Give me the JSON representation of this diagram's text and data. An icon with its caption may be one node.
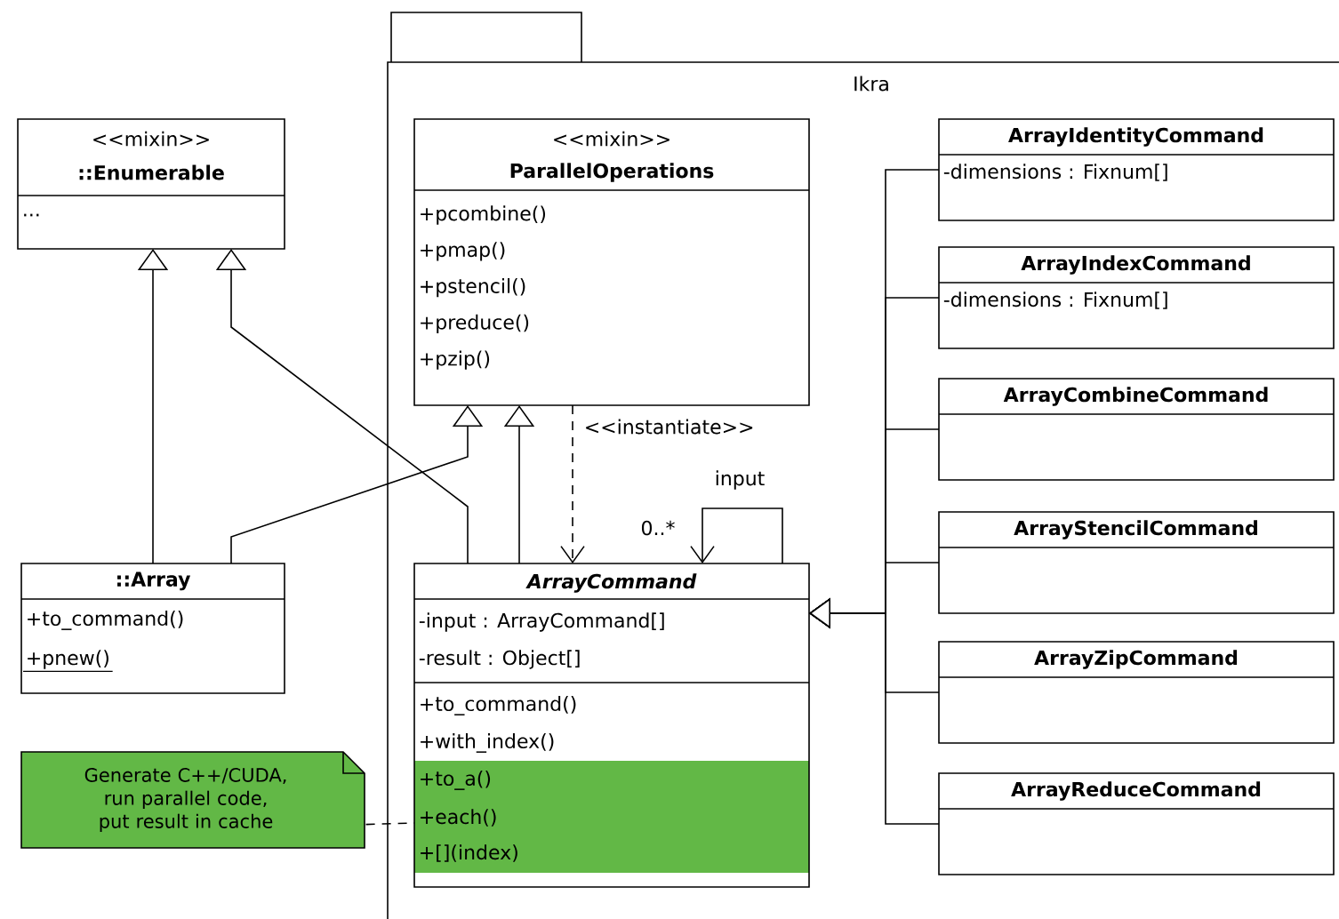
{
  "diagram": {
    "nodes": [
      {
        "text": [
          "Ikra"
        ]
      },
      {
        "text": [
          "<<mixin>>",
          "::Enumerable",
          "..."
        ]
      },
      {
        "text": [
          "<<mixin>>",
          "ParallelOperations",
          "+pcombine()",
          "+pmap()",
          "+pstencil()",
          "+preduce()",
          "+pzip()"
        ],
        "in": 0
      },
      {
        "text": [
          "::Array",
          "+to_command()",
          "+pnew()"
        ]
      },
      {
        "text": [
          "ArrayCommand",
          "-input : ArrayCommand[]",
          "-result : Object[]",
          "+to_command()",
          "+with_index()",
          "+to_a()",
          "+each()",
          "+[](index)"
        ],
        "in": 0
      },
      {
        "text": [
          "ArrayIdentityCommand",
          "-dimensions : Fixnum[]"
        ],
        "in": 0
      },
      {
        "text": [
          "ArrayIndexCommand",
          "-dimensions : Fixnum[]"
        ],
        "in": 0
      },
      {
        "text": [
          "ArrayCombineCommand"
        ],
        "in": 0
      },
      {
        "text": [
          "ArrayStencilCommand"
        ],
        "in": 0
      },
      {
        "text": [
          "ArrayZipCommand"
        ],
        "in": 0
      },
      {
        "text": [
          "ArrayReduceCommand"
        ],
        "in": 0
      },
      {
        "text": [
          "Generate C++/CUDA, run parallel code, put result in cache"
        ]
      }
    ],
    "edges": [
      {
        "from": 3,
        "to": 1,
        "arrow": "to"
      },
      {
        "from": 4,
        "to": 1,
        "arrow": "to"
      },
      {
        "from": 3,
        "to": 2,
        "arrow": "to"
      },
      {
        "from": 4,
        "to": 2,
        "arrow": "to"
      },
      {
        "from": 2,
        "to": 4,
        "arrow": "to",
        "style": "dashed",
        "label": "<<instantiate>>"
      },
      {
        "from": 4,
        "to": 4,
        "arrow": "to",
        "label": "input"
      },
      {
        "from": 5,
        "to": 4,
        "arrow": "to"
      },
      {
        "from": 6,
        "to": 4,
        "arrow": "to"
      },
      {
        "from": 7,
        "to": 4,
        "arrow": "to"
      },
      {
        "from": 8,
        "to": 4,
        "arrow": "to"
      },
      {
        "from": 9,
        "to": 4,
        "arrow": "to"
      },
      {
        "from": 10,
        "to": 4,
        "arrow": "to"
      },
      {
        "from": 11,
        "to": 4,
        "arrow": "none",
        "style": "dashed"
      }
    ],
    "labels": [
      "0..*"
    ]
  }
}
